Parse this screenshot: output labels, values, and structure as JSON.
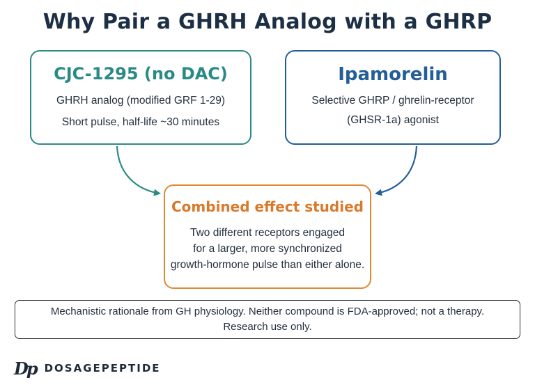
{
  "title": "Why Pair a GHRH Analog with a GHRP",
  "boxes": {
    "left": {
      "title": "CJC-1295 (no DAC)",
      "line1": "GHRH analog (modified GRF 1-29)",
      "line2": "Short pulse, half-life ~30 minutes",
      "color": "#2a8a86"
    },
    "right": {
      "title": "Ipamorelin",
      "line1": "Selective GHRP / ghrelin-receptor",
      "line2": "(GHSR-1a) agonist",
      "color": "#245e97"
    },
    "middle": {
      "title": "Combined effect studied",
      "line1": "Two different receptors engaged",
      "line2": "for a larger, more synchronized",
      "line3": "growth-hormone pulse than either alone.",
      "color": "#e08a33"
    }
  },
  "note": {
    "line1": "Mechanistic rationale from GH physiology. Neither compound is FDA-approved; not a therapy.",
    "line2": "Research use only."
  },
  "brand": {
    "logo": "Dp",
    "name": "DOSAGEPEPTIDE"
  }
}
